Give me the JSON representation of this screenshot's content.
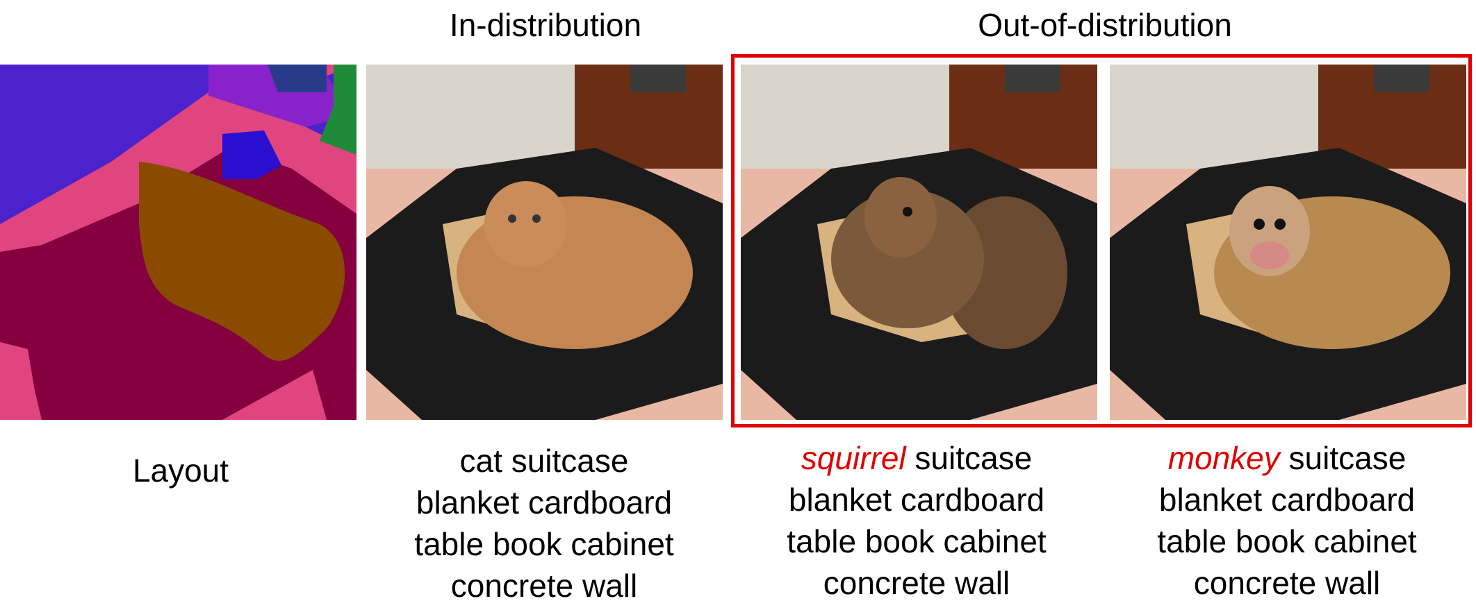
{
  "headers": {
    "in_distribution": "In-distribution",
    "out_of_distribution": "Out-of-distribution"
  },
  "panels": {
    "layout": {
      "caption": "Layout"
    },
    "cat": {
      "caption_lines": [
        "cat suitcase",
        "blanket cardboard",
        "table book cabinet",
        "concrete wall"
      ]
    },
    "squirrel": {
      "highlight": "squirrel",
      "first_line_rest": "suitcase",
      "caption_lines": [
        "blanket cardboard",
        "table book cabinet",
        "concrete wall"
      ]
    },
    "monkey": {
      "highlight": "monkey",
      "first_line_rest": "suitcase",
      "caption_lines": [
        "blanket cardboard",
        "table book cabinet",
        "concrete wall"
      ]
    }
  },
  "colors": {
    "accent_red": "#e00000",
    "layout_wall": "#4b22cc",
    "layout_bed": "#e0457f",
    "layout_suitcase": "#85003f",
    "layout_animal": "#8a4a00",
    "layout_cabinet": "#8a22cc",
    "layout_box": "#2a0fd0",
    "layout_plant": "#1e8a3a"
  }
}
